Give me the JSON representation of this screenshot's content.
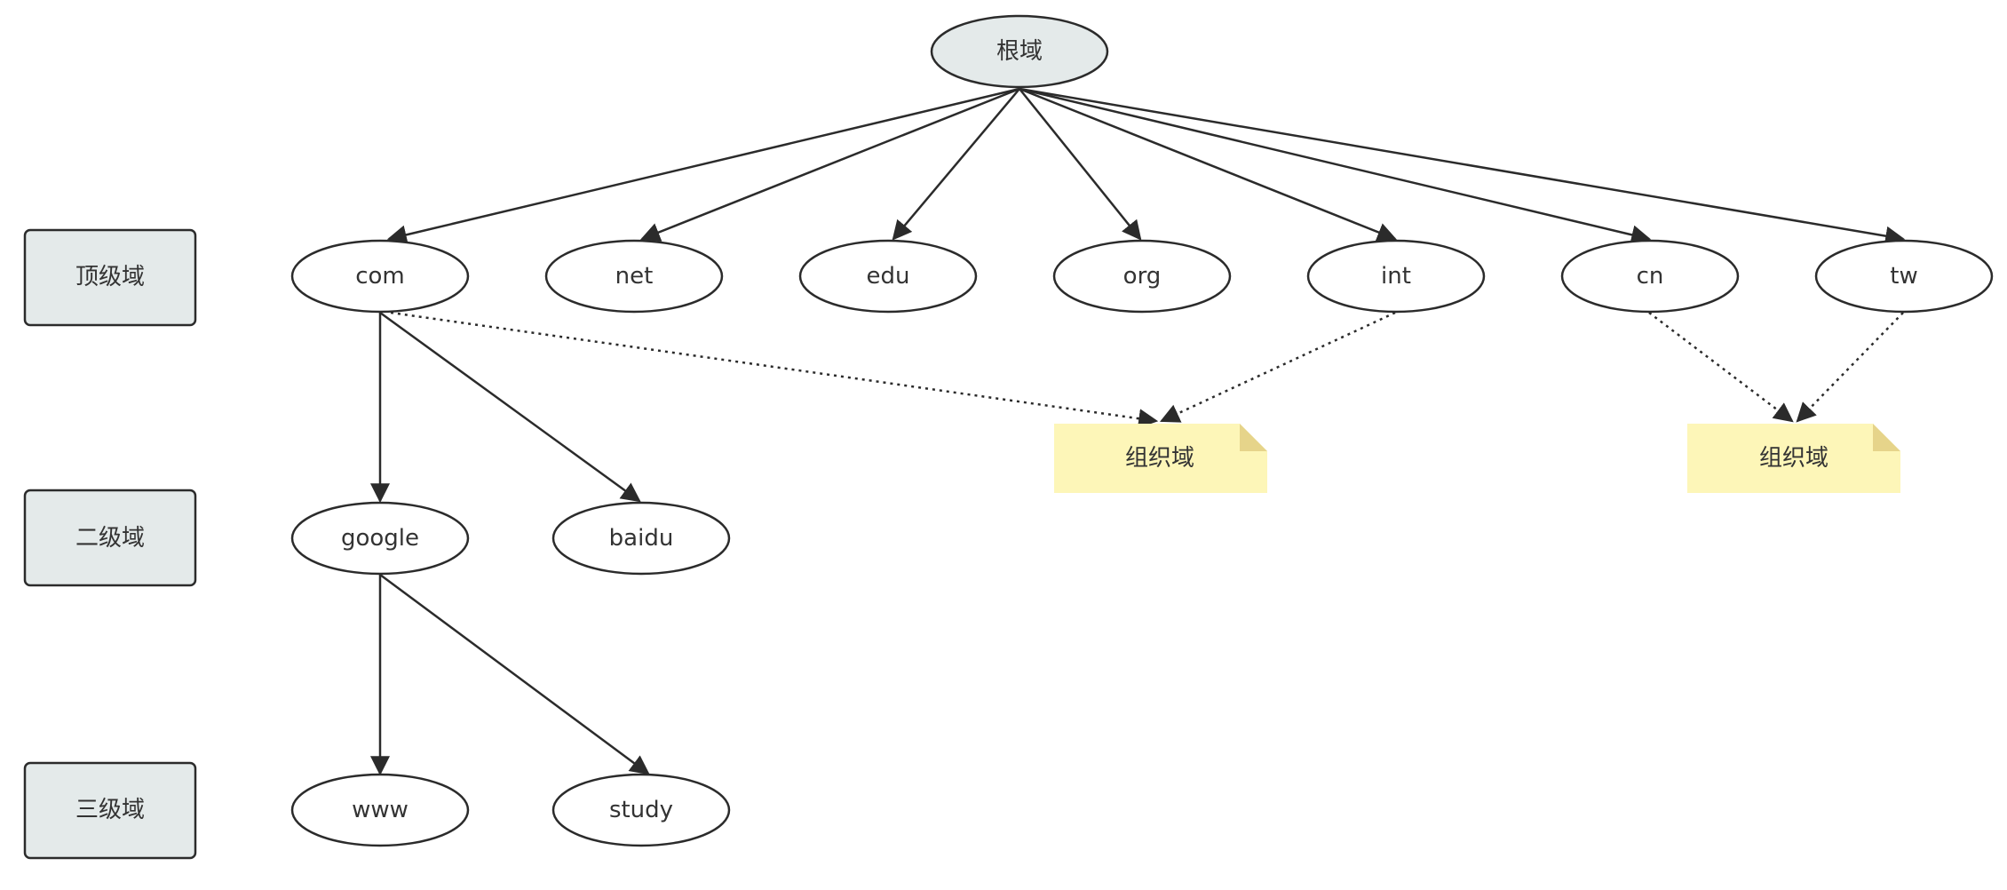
{
  "diagram": {
    "root": {
      "label": "根域"
    },
    "levels": [
      {
        "label": "顶级域"
      },
      {
        "label": "二级域"
      },
      {
        "label": "三级域"
      }
    ],
    "tld_nodes": [
      {
        "label": "com"
      },
      {
        "label": "net"
      },
      {
        "label": "edu"
      },
      {
        "label": "org"
      },
      {
        "label": "int"
      },
      {
        "label": "cn"
      },
      {
        "label": "tw"
      }
    ],
    "second_level_nodes": [
      {
        "label": "google"
      },
      {
        "label": "baidu"
      }
    ],
    "third_level_nodes": [
      {
        "label": "www"
      },
      {
        "label": "study"
      }
    ],
    "notes": [
      {
        "label": "组织域"
      },
      {
        "label": "组织域"
      }
    ],
    "colors": {
      "node_fill": "#ffffff",
      "root_fill": "#e4eaea",
      "level_fill": "#e4eaea",
      "stroke": "#2b2b2b",
      "note_fill": "#fdf6b8",
      "note_fold": "#e6d48a"
    }
  }
}
